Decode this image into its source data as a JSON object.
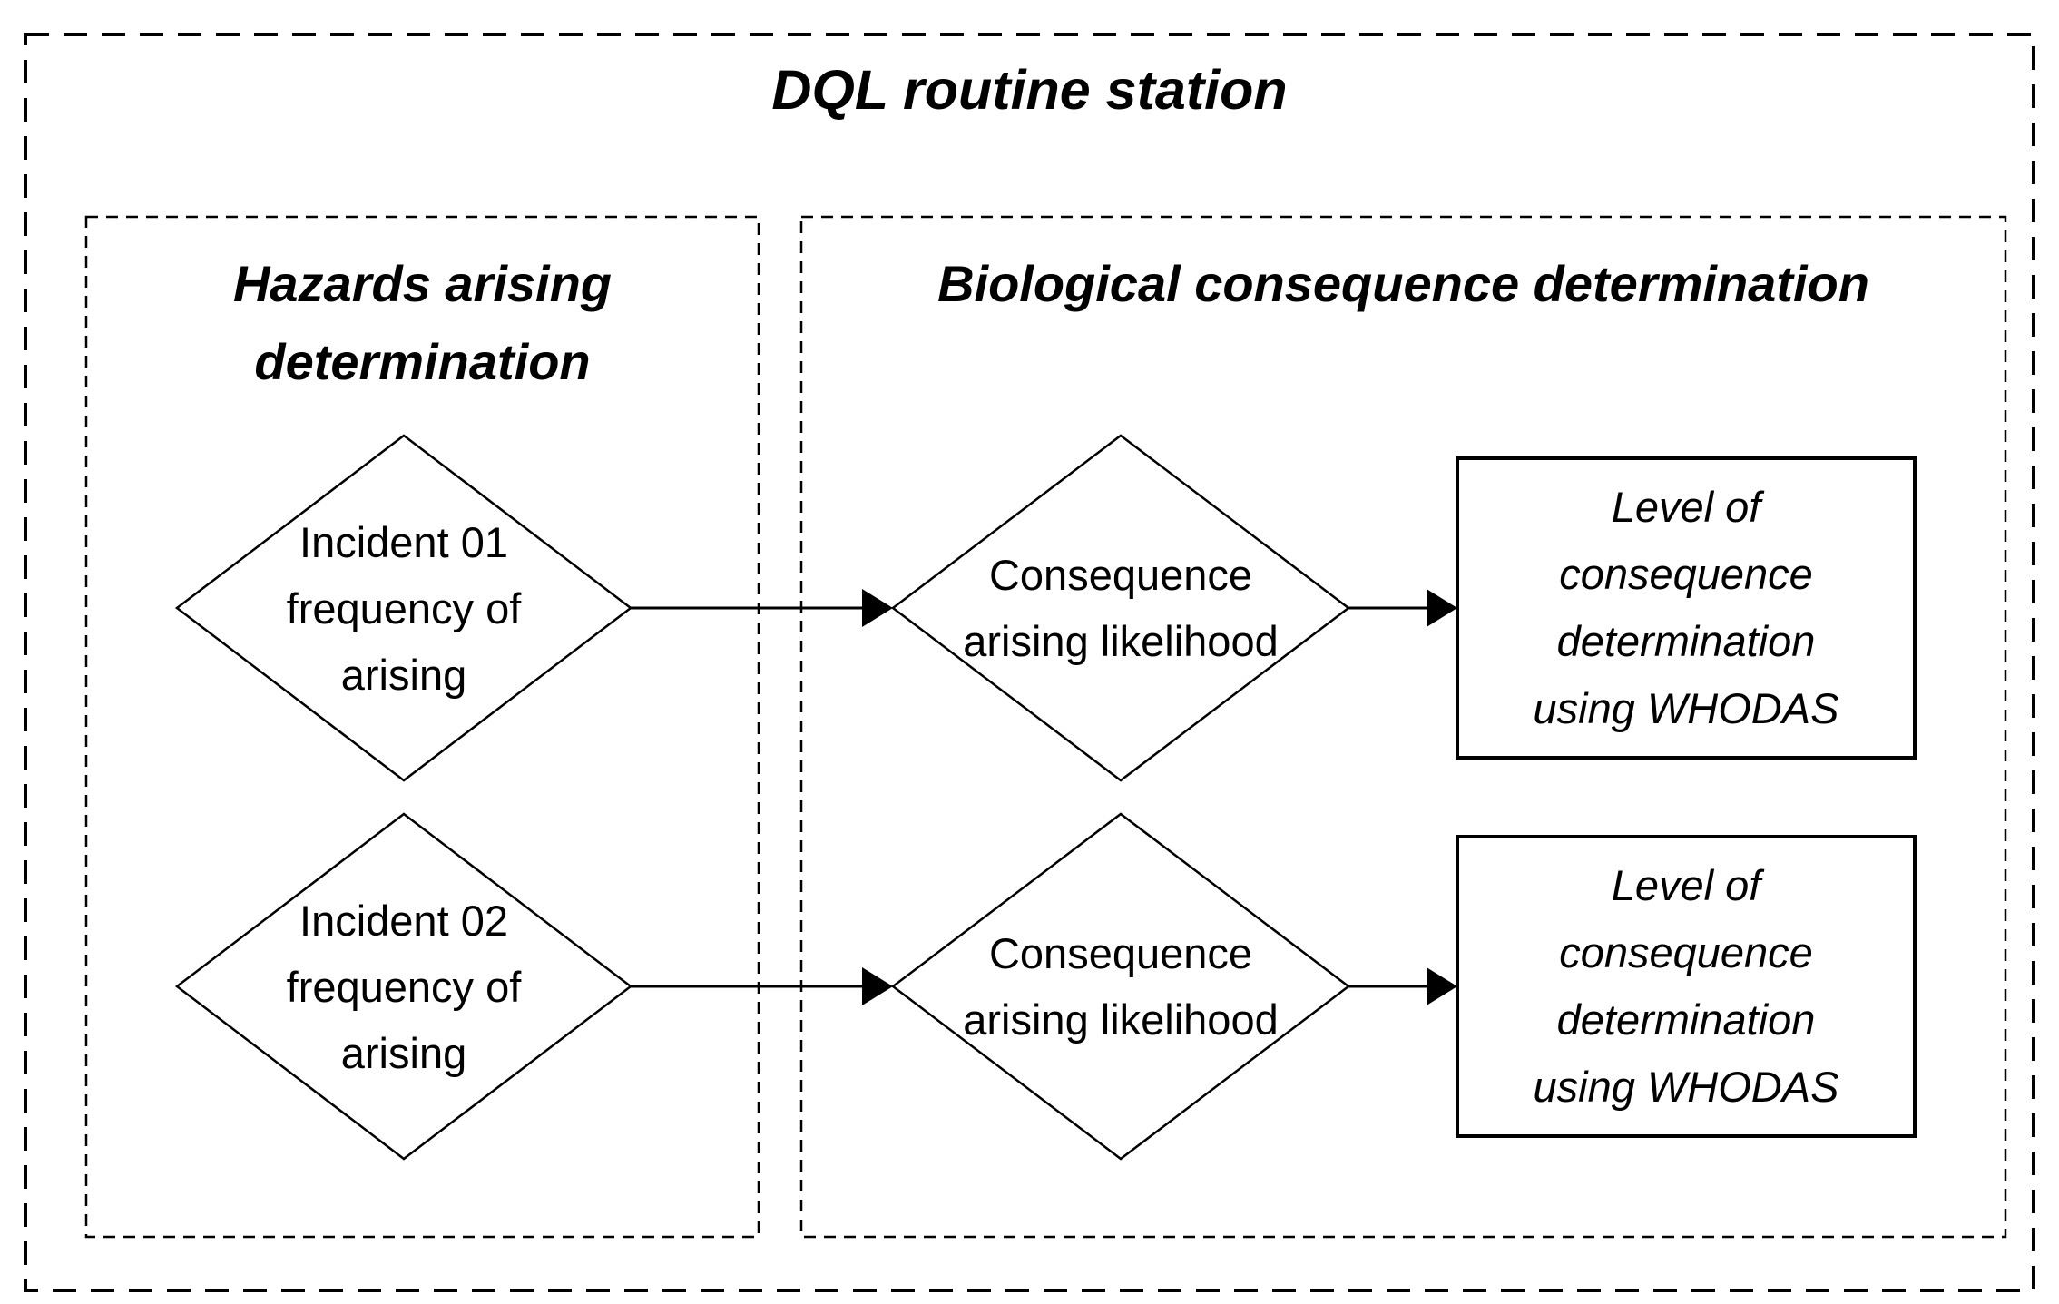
{
  "title": "DQL routine station",
  "colors": {
    "ink": "#000000",
    "background": "#ffffff"
  },
  "sections": {
    "hazards": {
      "title_line1": "Hazards arising",
      "title_line2": "determination"
    },
    "biological": {
      "title": "Biological consequence determination"
    }
  },
  "nodes": {
    "incident_01": {
      "shape": "diamond",
      "line1": "Incident 01",
      "line2": "frequency of",
      "line3": "arising"
    },
    "incident_02": {
      "shape": "diamond",
      "line1": "Incident 02",
      "line2": "frequency of",
      "line3": "arising"
    },
    "consequence_top": {
      "shape": "diamond",
      "line1": "Consequence",
      "line2": "arising likelihood"
    },
    "consequence_bottom": {
      "shape": "diamond",
      "line1": "Consequence",
      "line2": "arising likelihood"
    },
    "level_top": {
      "shape": "rectangle",
      "line1": "Level of",
      "line2": "consequence",
      "line3": "determination",
      "line4": "using WHODAS"
    },
    "level_bottom": {
      "shape": "rectangle",
      "line1": "Level of",
      "line2": "consequence",
      "line3": "determination",
      "line4": "using WHODAS"
    }
  },
  "icons": {
    "arrow": "right-arrowhead"
  }
}
